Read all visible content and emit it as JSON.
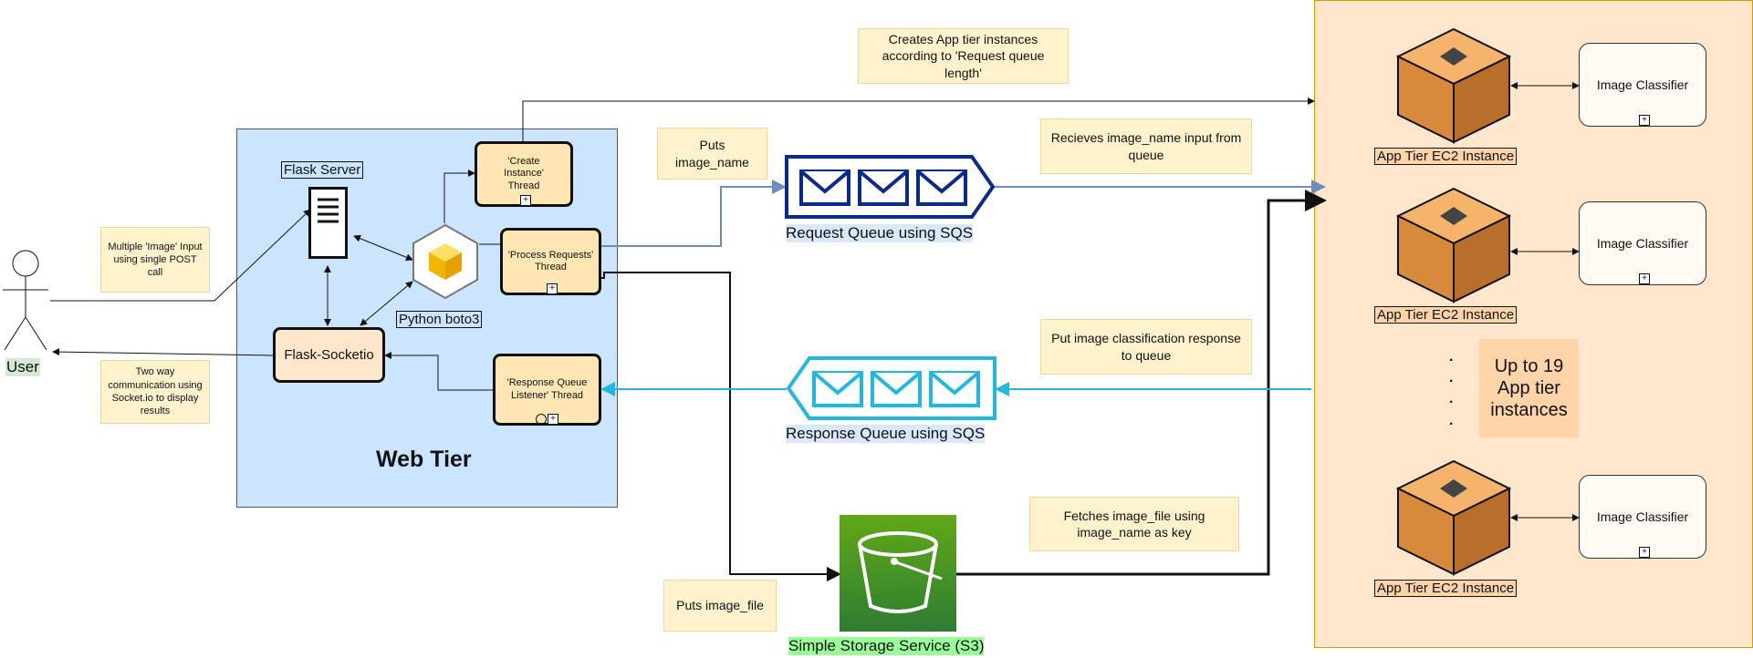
{
  "actor": {
    "label": "User"
  },
  "web_tier": {
    "title": "Web Tier",
    "flask_server": "Flask Server",
    "python": "Python boto3",
    "socketio": "Flask-Socketio"
  },
  "threads": {
    "create": "'Create Instance' Thread",
    "process": "'Process Requests' Thread",
    "response": "'Response Queue Listener' Thread"
  },
  "notes": {
    "post": "Multiple 'Image' Input using single POST call",
    "socket": "Two way communication using Socket.io to display results",
    "creates": "Creates App tier instances according to 'Request queue length'",
    "puts_name": "Puts image_name",
    "receives": "Recieves image_name input from queue",
    "put_response": "Put image classification response to queue",
    "fetches": "Fetches image_file using image_name as key",
    "puts_file": "Puts image_file",
    "upto": "Up to 19 App tier instances"
  },
  "queues": {
    "request": "Request Queue using SQS",
    "response": "Response Queue using SQS"
  },
  "s3": {
    "label": "Simple Storage Service (S3)"
  },
  "app_tier": {
    "ec2_label": "App Tier EC2 Instance",
    "classifier": "Image Classifier",
    "dots": ".\n.\n.\n."
  },
  "colors": {
    "request_queue": "#0a2a8c",
    "response_queue": "#21b8e0",
    "web_tier_bg": "#cce5ff",
    "app_tier_bg": "#ffe6cc",
    "s3": "#2e7d32"
  }
}
